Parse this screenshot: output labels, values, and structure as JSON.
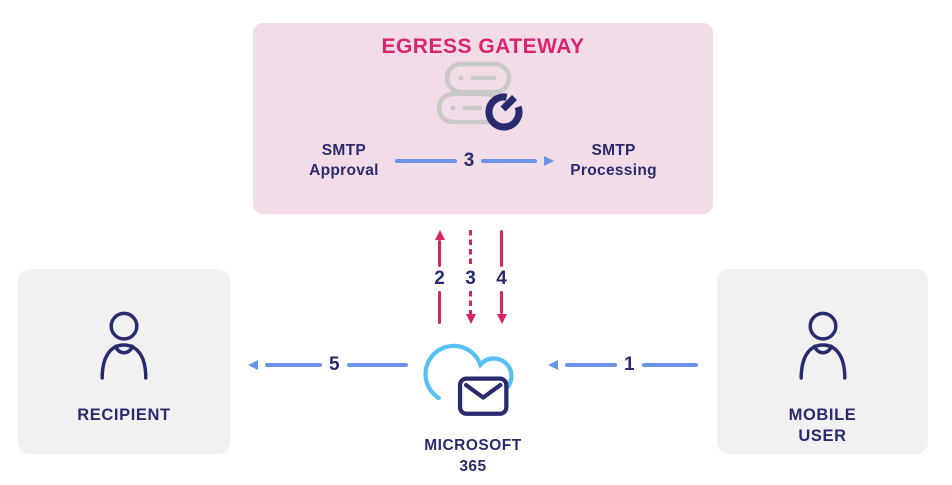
{
  "colors": {
    "accent_magenta": "#D9246E",
    "arrow_magenta": "#D8255F",
    "arrow_blue": "#6B93E9",
    "navy_text": "#2A2B6E",
    "cloud_blue": "#56C1F2",
    "gateway_bg": "#F2DCE7",
    "card_bg": "#F1F1F1",
    "server_gray": "#C9C9C9"
  },
  "gateway": {
    "title": "EGRESS GATEWAY",
    "icon": "server-with-egress-power-icon",
    "flow": {
      "from_label": "SMTP\nApproval",
      "step_number": "3",
      "to_label": "SMTP\nProcessing"
    }
  },
  "nodes": {
    "recipient": {
      "label": "RECIPIENT",
      "icon": "person-icon"
    },
    "microsoft365": {
      "label": "MICROSOFT\n365",
      "icon": "cloud-mail-icon"
    },
    "mobile_user": {
      "label": "MOBILE\nUSER",
      "icon": "person-icon"
    }
  },
  "transfers": {
    "step1": {
      "number": "1",
      "from": "mobile_user",
      "to": "microsoft365",
      "direction": "left",
      "line_style": "solid",
      "color": "blue"
    },
    "step2": {
      "number": "2",
      "from": "microsoft365",
      "to": "egress_gateway",
      "direction": "up",
      "line_style": "solid",
      "color": "magenta"
    },
    "step3": {
      "number": "3",
      "from": "egress_gateway",
      "to": "microsoft365",
      "direction": "down",
      "line_style": "dashed",
      "color": "magenta"
    },
    "step4": {
      "number": "4",
      "from": "egress_gateway",
      "to": "microsoft365",
      "direction": "down",
      "line_style": "solid",
      "color": "magenta"
    },
    "step5": {
      "number": "5",
      "from": "microsoft365",
      "to": "recipient",
      "direction": "left",
      "line_style": "solid",
      "color": "blue"
    }
  }
}
